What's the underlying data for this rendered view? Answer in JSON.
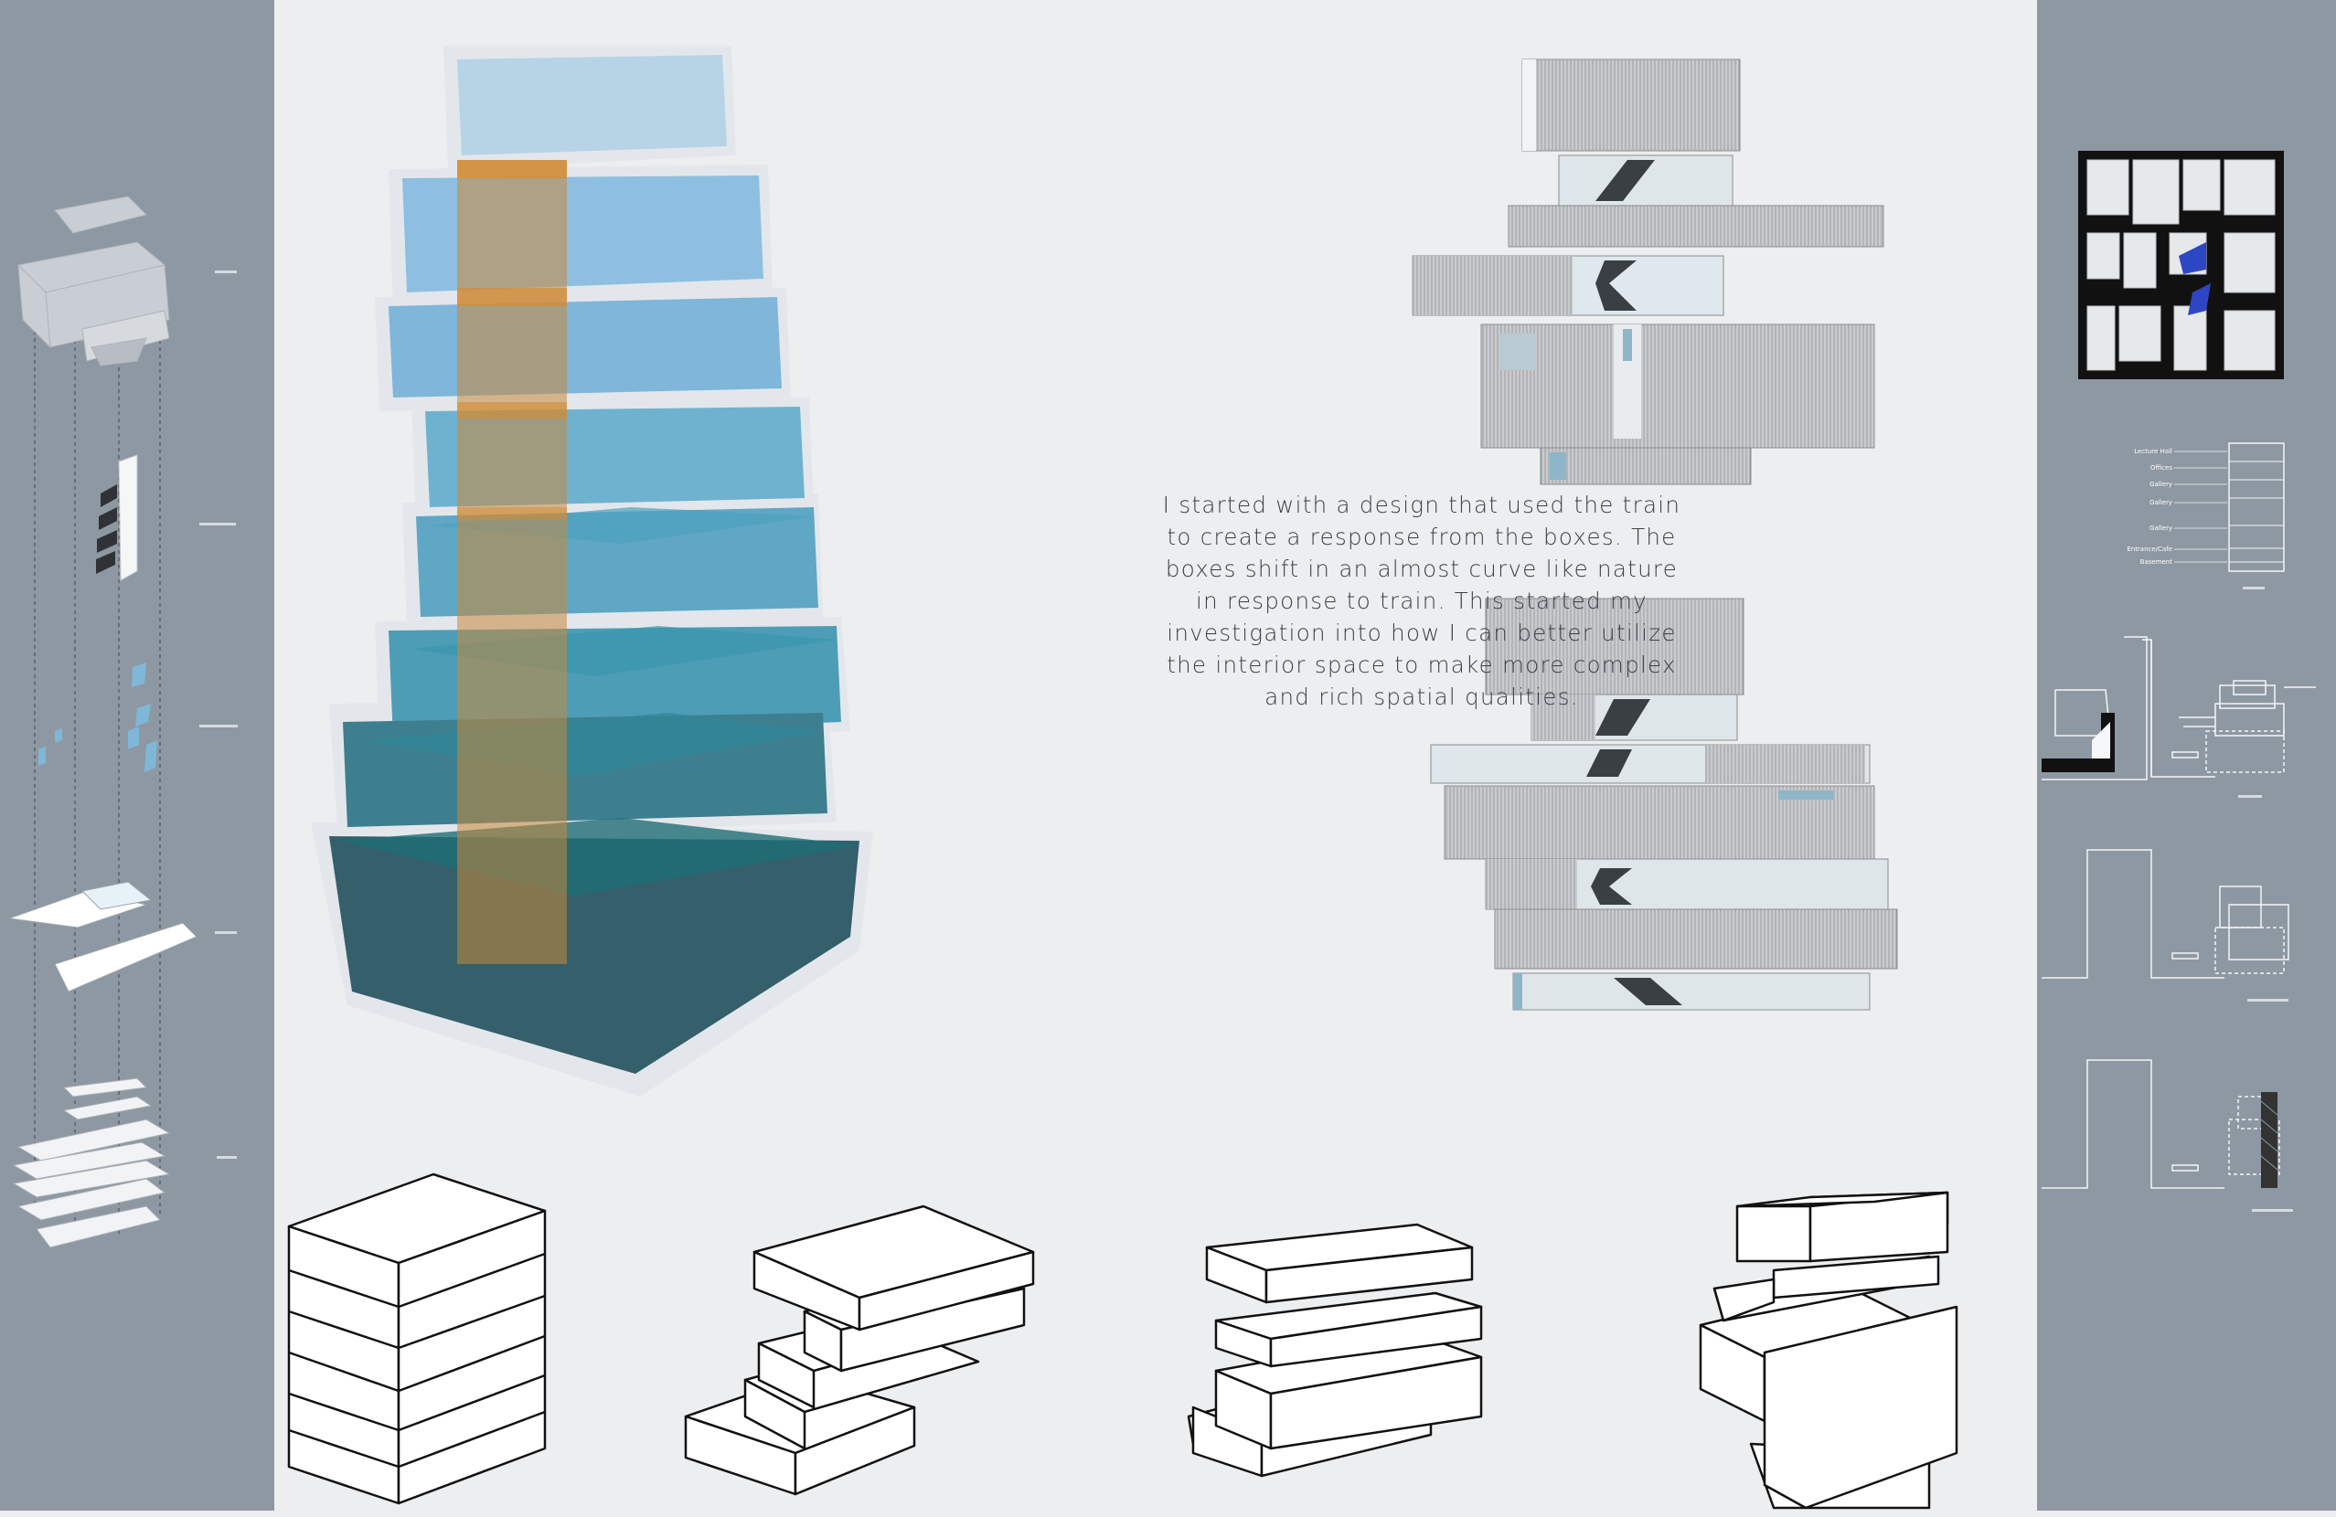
{
  "description": {
    "lines": [
      "I started with a design that used the train",
      "to create a response from the boxes.  The",
      "boxes shift in an almost curve like nature",
      "in response to train.  This started my",
      "investigation into how I can better utilize",
      "the interior space to make more complex",
      "and rich spatial qualities."
    ]
  },
  "program_diagram": {
    "labels": [
      "Lecture Hall",
      "Offices",
      "Gallery",
      "Gallery",
      "Gallery",
      "Entrance/Cafe",
      "Basement"
    ]
  },
  "colors": {
    "side_panel": "#8e98a3",
    "background": "#eceef0",
    "core_orange": "#c8893a",
    "glass_light": "#a9cbe3",
    "glass_teal": "#3d8ea4",
    "glass_dark": "#2f5d6a"
  }
}
